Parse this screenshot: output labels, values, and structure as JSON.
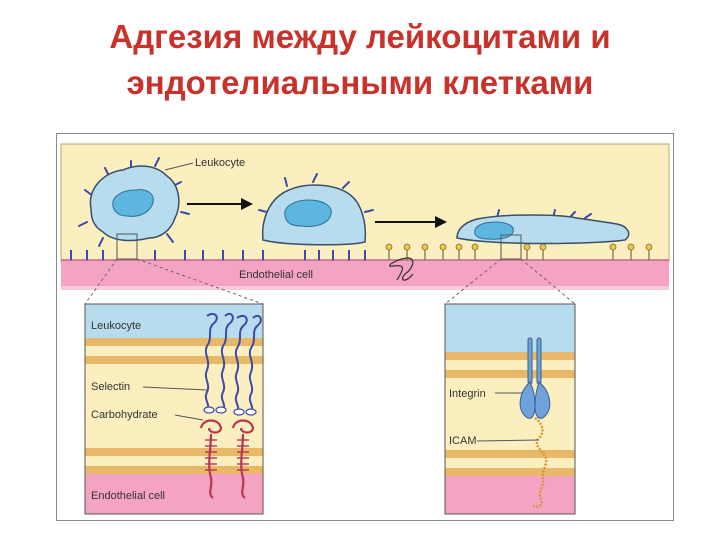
{
  "slide": {
    "title_line1": "Адгезия между лейкоцитами и",
    "title_line2": "эндотелиальными клетками"
  },
  "figure": {
    "top_panel": {
      "leukocyte_label": "Leukocyte",
      "endothelial_label": "Endothelial cell"
    },
    "left_inset": {
      "leukocyte_label": "Leukocyte",
      "selectin_label": "Selectin",
      "carbohydrate_label": "Carbohydrate",
      "endothelial_label": "Endothelial cell"
    },
    "right_inset": {
      "integrin_label": "Integrin",
      "icam_label": "ICAM"
    }
  },
  "colors": {
    "title": "#c8322a",
    "plasma_background": "#fbefc0",
    "endothelium": "#f5a3c3",
    "leukocyte": "#b7dced",
    "nucleus": "#5db6e0",
    "membrane": "#e8b868",
    "selectin": "#3e4aa6",
    "carbohydrate": "#b83553",
    "integrin": "#6fa2d8",
    "icam": "#d89530"
  }
}
